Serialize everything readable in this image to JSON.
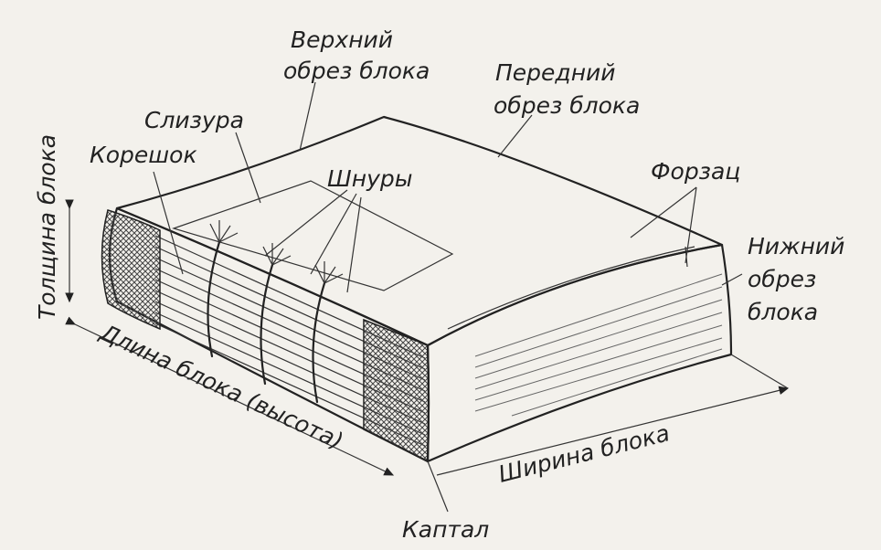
{
  "labels": {
    "top_edge_1": "Верхний",
    "top_edge_2": "обрез блока",
    "front_edge_1": "Передний",
    "front_edge_2": "обрез блока",
    "slizura": "Слизура",
    "spine": "Корешок",
    "cords": "Шнуры",
    "endpaper": "Форзац",
    "bottom_edge_1": "Нижний",
    "bottom_edge_2": "обрез",
    "bottom_edge_3": "блока",
    "thickness": "Толщина блока",
    "length": "Длина блока (высота)",
    "width": "Ширина блока",
    "headband": "Каптал"
  },
  "colors": {
    "ink": "#222222",
    "paper": "#f3f1ec",
    "hatch": "#555555"
  }
}
